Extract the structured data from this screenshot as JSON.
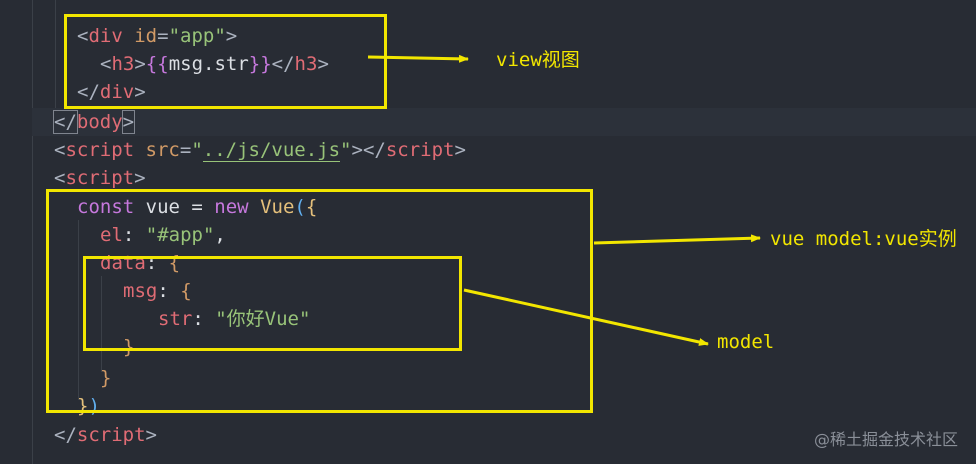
{
  "code": {
    "l1": {
      "lt1": "<",
      "tag": "div",
      "attr": " id",
      "eq": "=",
      "val": "\"app\"",
      "gt": ">"
    },
    "l2": {
      "lt1": "<",
      "tag": "h3",
      "gt": ">",
      "mo": "{{",
      "expr": "msg.str",
      "mc": "}}",
      "lt2": "</",
      "tag2": "h3",
      "gt2": ">"
    },
    "l3": {
      "lt": "</",
      "tag": "div",
      "gt": ">"
    },
    "l4": {
      "lt": "</",
      "tag": "body",
      "gt": ">"
    },
    "l5": {
      "lt": "<",
      "tag": "script",
      "attr": " src",
      "eq": "=",
      "q1": "\"",
      "path": "../js/vue.js",
      "q2": "\"",
      "gt": ">",
      "lt2": "</",
      "tag2": "script",
      "gt2": ">"
    },
    "l6": {
      "lt": "<",
      "tag": "script",
      "gt": ">"
    },
    "l7": {
      "kw": "const",
      "var": " vue",
      "op": " = ",
      "kw2": "new",
      "cls": " Vue",
      "paren": "(",
      "brace": "{"
    },
    "l8": {
      "prop": "el",
      "colon": ": ",
      "str": "\"#app\"",
      "comma": ","
    },
    "l9": {
      "prop": "data",
      "colon": ": ",
      "brace": "{"
    },
    "l10": {
      "prop": "msg",
      "colon": ": ",
      "brace": "{"
    },
    "l11": {
      "prop": "str",
      "colon": ": ",
      "str": "\"你好Vue\""
    },
    "l12": {
      "brace": "}"
    },
    "l13": {
      "brace": "}"
    },
    "l14": {
      "brace": "}",
      "paren": ")"
    },
    "l15": {
      "lt": "</",
      "tag": "script",
      "gt": ">"
    }
  },
  "annotations": {
    "view": "view视图",
    "vm": "vue model:vue实例",
    "model": "model"
  },
  "watermark": "@稀土掘金技术社区",
  "colors": {
    "annotation": "#f2e600",
    "background": "#282c34"
  }
}
